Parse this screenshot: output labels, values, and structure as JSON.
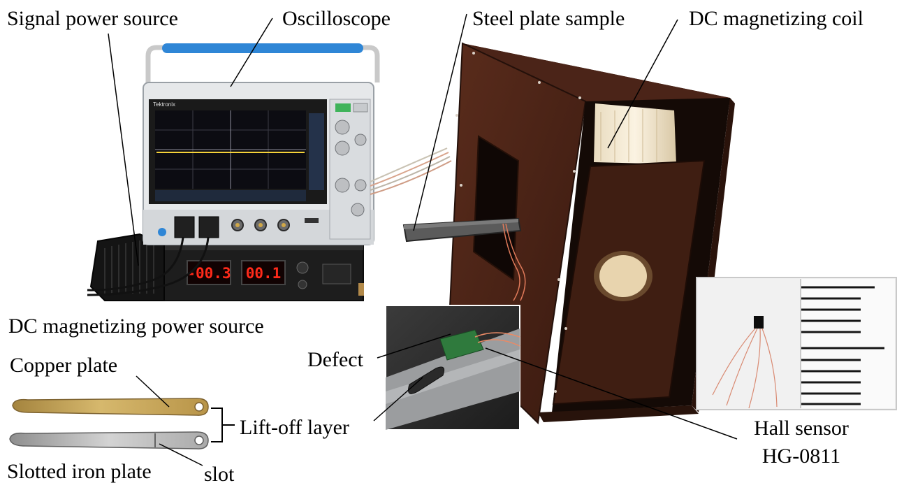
{
  "labels": {
    "signal_power_source": "Signal power source",
    "oscilloscope": "Oscilloscope",
    "steel_plate_sample": "Steel plate sample",
    "dc_magnetizing_coil": "DC magnetizing coil",
    "dc_magnetizing_power_source": "DC magnetizing power source",
    "copper_plate": "Copper plate",
    "defect": "Defect",
    "lift_off_layer": "Lift-off layer",
    "slotted_iron_plate": "Slotted iron plate",
    "slot": "slot",
    "hall_sensor_line1": "Hall sensor",
    "hall_sensor_line2": "HG-0811"
  },
  "devices": {
    "oscilloscope_brand": "Tektronix",
    "power_display_left": "-00.3",
    "power_display_right": "00.1"
  },
  "colors": {
    "coil_box": "#4a2418",
    "coil_box_dark": "#2c140c",
    "copper": "#c6a558",
    "iron": "#bdbdbd",
    "led_red": "#ff2a1a",
    "scope_trace": "#f5d23a",
    "scope_handle": "#2f86d6"
  }
}
